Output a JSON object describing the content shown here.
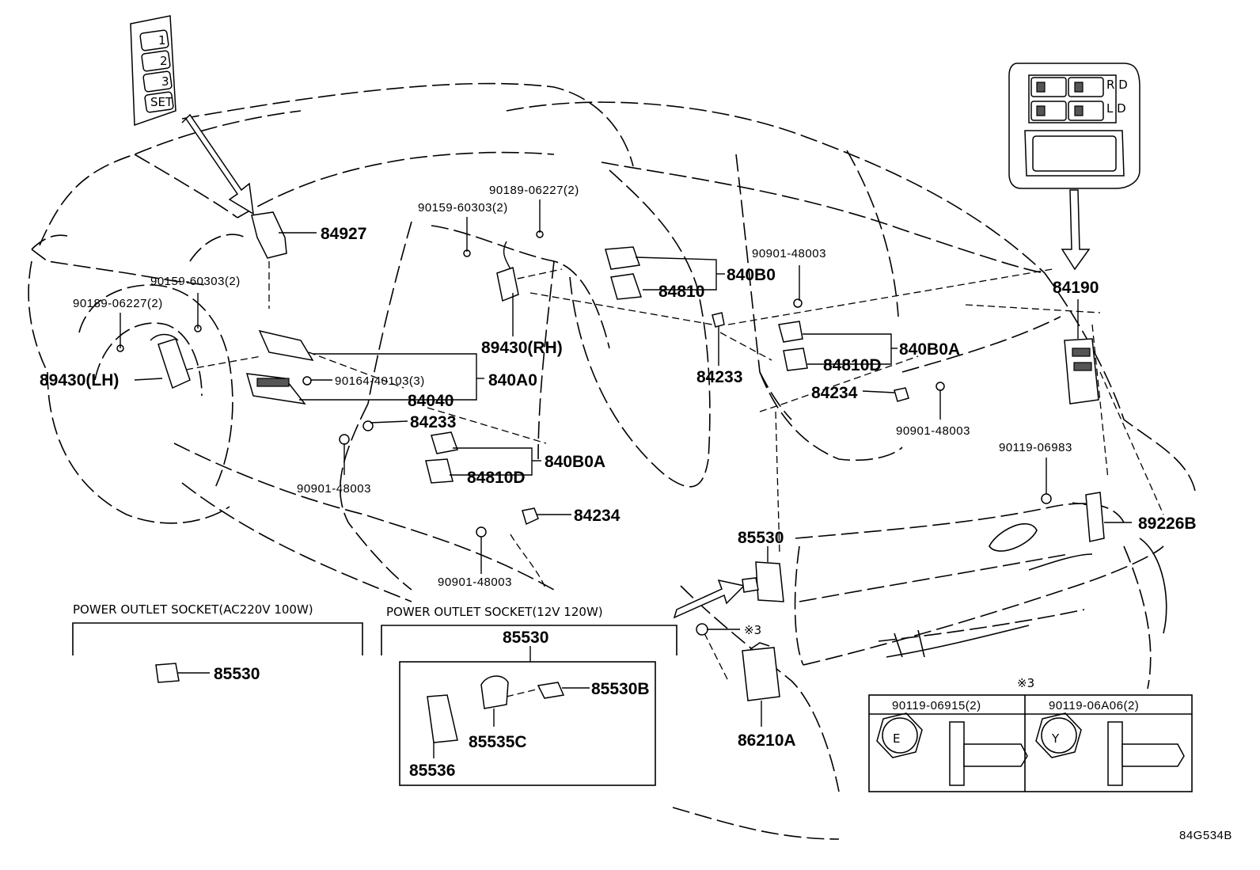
{
  "labels": {
    "p84927": "84927",
    "p90159_a": "90159-60303(2)",
    "p90189_a": "90189-06227(2)",
    "p89430_lh": "89430(LH)",
    "p840A0": "840A0",
    "p90164": "90164-40103(3)",
    "p84040": "84040",
    "p84233_a": "84233",
    "p840B0A_a": "840B0A",
    "p84810D_a": "84810D",
    "p90901_a": "90901-48003",
    "p84234_a": "84234",
    "p90901_b": "90901-48003",
    "p90189_b": "90189-06227(2)",
    "p90159_b": "90159-60303(2)",
    "p89430_rh": "89430(RH)",
    "p840B0": "840B0",
    "p84810": "84810",
    "p90901_c": "90901-48003",
    "p84233_b": "84233",
    "p840B0A_b": "840B0A",
    "p84810D_b": "84810D",
    "p84234_b": "84234",
    "p90901_d": "90901-48003",
    "p84190": "84190",
    "p90119_06983": "90119-06983",
    "p89226B": "89226B",
    "p85530_main": "85530",
    "ref3": "※3",
    "p86210A": "86210A",
    "p85530_ac": "85530",
    "p85530_12v": "85530",
    "p85530B": "85530B",
    "p85535C": "85535C",
    "p85536": "85536",
    "fig_code": "84G534B"
  },
  "captions": {
    "ac_socket": "POWER OUTLET SOCKET(AC220V 100W)",
    "dc_socket": "POWER OUTLET SOCKET(12V 120W)"
  },
  "bolt_table": {
    "ref": "※3",
    "col1_part": "90119-06915(2)",
    "col1_mark": "E",
    "col2_part": "90119-06A06(2)",
    "col2_mark": "Y"
  },
  "memory_switch": {
    "buttons": [
      "1",
      "2",
      "3",
      "SET"
    ]
  },
  "console_switch": {
    "row1_letters": "R D",
    "row2_letters": "L D"
  }
}
